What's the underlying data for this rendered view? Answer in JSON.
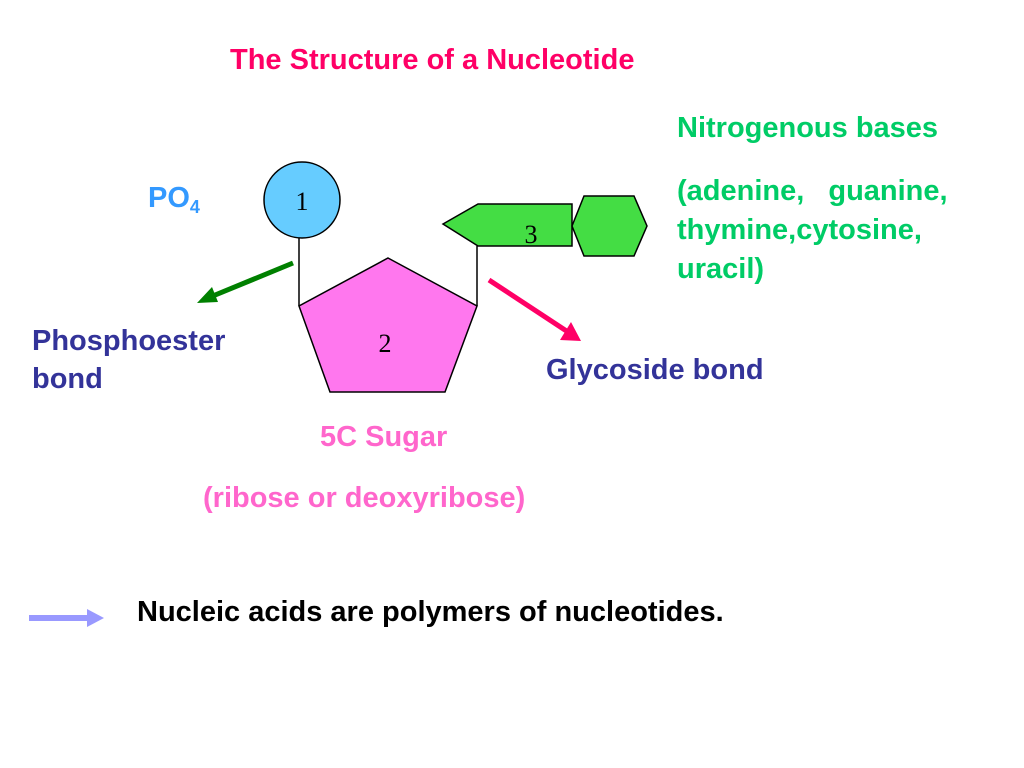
{
  "title": "The Structure of a Nucleotide",
  "bases": {
    "heading": "Nitrogenous bases",
    "list_line1": "(adenine, guanine,",
    "list_line2": "thymine,cytosine,",
    "list_line3": "uracil)"
  },
  "phosphate": {
    "label": "PO",
    "subscript": "4",
    "number": "1"
  },
  "sugar": {
    "number": "2",
    "label": "5C Sugar",
    "types": "(ribose or deoxyribose)"
  },
  "base_shape": {
    "number": "3"
  },
  "bonds": {
    "phosphoester_line1": "Phosphoester",
    "phosphoester_line2": "bond",
    "glycoside": "Glycoside bond"
  },
  "summary": "Nucleic acids are polymers of nucleotides.",
  "colors": {
    "title": "#ff0066",
    "bases_text": "#00cc66",
    "phosphate_text": "#3399ff",
    "bond_text": "#333399",
    "sugar_text": "#ff66cc",
    "summary_text": "#000000",
    "phosphate_fill": "#66ccff",
    "sugar_fill": "#ff77ee",
    "base_fill": "#44dd44",
    "phosphoester_arrow": "#008000",
    "glycoside_arrow": "#ff0066",
    "summary_arrow": "#9999ff"
  }
}
